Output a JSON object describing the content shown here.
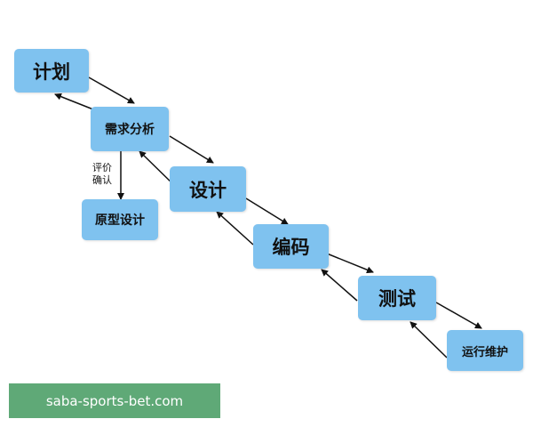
{
  "diagram": {
    "nodes": {
      "plan": "计划",
      "requirements": "需求分析",
      "prototype": "原型设计",
      "design": "设计",
      "coding": "编码",
      "testing": "测试",
      "maintenance": "运行维护"
    },
    "side_label": {
      "line1": "评价",
      "line2": "确认"
    },
    "colors": {
      "box_fill": "#7fc2ef",
      "arrow": "#111111",
      "watermark_bg": "#5fa977"
    }
  },
  "watermark": {
    "text": "saba-sports-bet.com"
  }
}
